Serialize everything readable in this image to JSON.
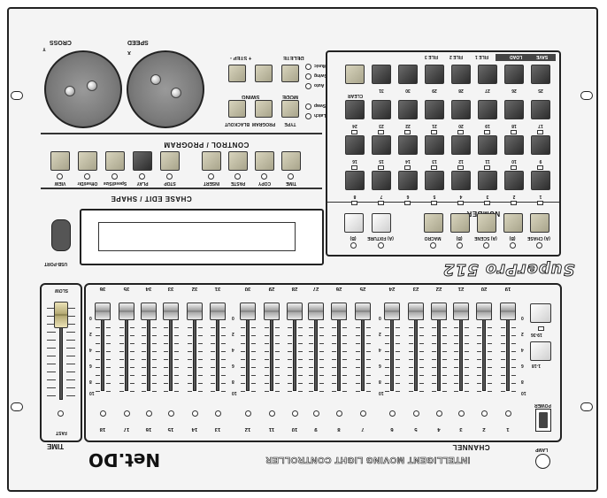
{
  "brand": {
    "name": "Net.DO",
    "product_line": "INTELLIGENT MOVING LIGHT CONTROLLER",
    "model": "SuperPro 512"
  },
  "joysticks": {
    "cross_label": "CROSS",
    "cross_axis": "Y",
    "speed_label": "SPEED",
    "speed_axis": "X"
  },
  "control_program": {
    "title": "CONTROL / PROGRAM",
    "step_label": "+ STEP -",
    "delete_label": "DELETE",
    "swing_label": "SWING",
    "mode_label": "MODE",
    "blackout_label": "BLACKOUT",
    "program_label": "PROGRAM",
    "type_label": "TYPE",
    "mode_leds": [
      "Music",
      "Swing",
      "Auto"
    ],
    "type_leds": [
      "Swap",
      "Latch"
    ]
  },
  "chase_edit": {
    "title": "CHASE EDIT / SHAPE",
    "buttons": [
      "VIEW",
      "Offset/Dir",
      "Speed/Size",
      "PLAY",
      "STOP",
      "INSERT",
      "PASTE",
      "COPY",
      "TIME"
    ]
  },
  "usb": {
    "label": "USB-PORT"
  },
  "number": {
    "title": "NUMBER",
    "save": "SAVE",
    "load": "LOAD",
    "files": [
      "FILE 1",
      "FILE 2",
      "FILE 3"
    ],
    "clear": "CLEAR",
    "row1": [
      "25",
      "26",
      "27",
      "28",
      "29",
      "30",
      "31"
    ],
    "row2": [
      "17",
      "18",
      "19",
      "20",
      "21",
      "22",
      "23",
      "24"
    ],
    "row3": [
      "9",
      "10",
      "11",
      "12",
      "13",
      "14",
      "15",
      "16"
    ],
    "row4": [
      "1",
      "2",
      "3",
      "4",
      "5",
      "6",
      "7",
      "8"
    ],
    "bottom": [
      "(A) CHASE",
      "(B)",
      "(A) SCENE",
      "(B)",
      "MACRO",
      "(A) FIXTURE",
      "(B)"
    ]
  },
  "channel": {
    "title": "CHANNEL",
    "top_nums": [
      "19",
      "20",
      "21",
      "22",
      "23",
      "24",
      "25",
      "26",
      "27",
      "28",
      "29",
      "30",
      "31",
      "32",
      "33",
      "34",
      "35",
      "36"
    ],
    "bottom_nums": [
      "1",
      "2",
      "3",
      "4",
      "5",
      "6",
      "7",
      "8",
      "9",
      "10",
      "11",
      "12",
      "13",
      "14",
      "15",
      "16",
      "17",
      "18"
    ],
    "scale": [
      "0",
      "2",
      "4",
      "6",
      "8",
      "10"
    ],
    "page_labels": [
      "19-36",
      "1-18"
    ]
  },
  "time": {
    "title": "TIME",
    "slow": "SLOW",
    "fast": "FAST"
  },
  "power": {
    "power_label": "POWER",
    "lamp_label": "LAMP"
  },
  "colors": {
    "gold_button": "#c0bca3",
    "dark_button": "#3a3a3a",
    "panel": "#f4f4f4",
    "outline": "#222222"
  }
}
